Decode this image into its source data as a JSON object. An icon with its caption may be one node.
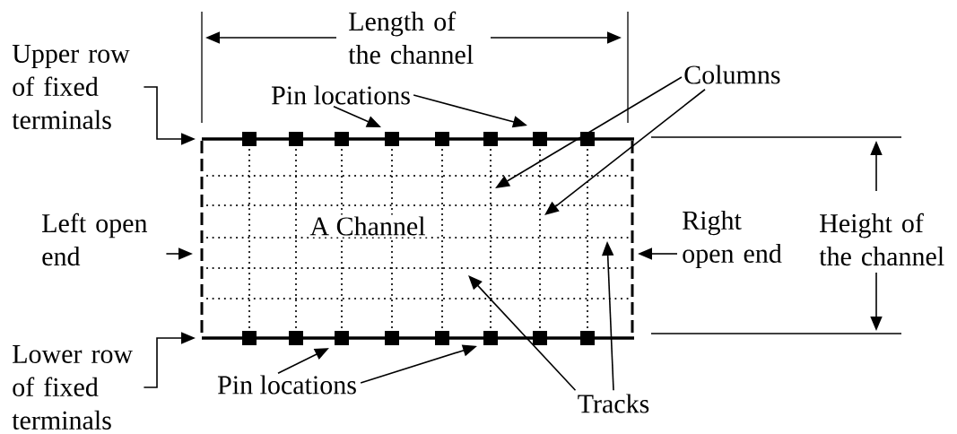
{
  "diagram": {
    "nodes": [
      {
        "text": [
          "Upper row of fixed terminals"
        ]
      },
      {
        "text": [
          "Pin locations"
        ]
      },
      {
        "text": [
          "Columns"
        ]
      },
      {
        "text": [
          "Left open end"
        ]
      },
      {
        "text": [
          "Right open end"
        ]
      },
      {
        "text": [
          "Lower row of fixed terminals"
        ]
      },
      {
        "text": [
          "Pin locations"
        ]
      },
      {
        "text": [
          "Tracks"
        ]
      }
    ],
    "edges": [
      {
        "from": 0,
        "to": null,
        "arrow": "to"
      },
      {
        "from": 1,
        "to": null,
        "arrow": "to"
      },
      {
        "from": 1,
        "to": null,
        "arrow": "to"
      },
      {
        "from": 2,
        "to": null,
        "arrow": "to"
      },
      {
        "from": 2,
        "to": null,
        "arrow": "to"
      },
      {
        "from": 3,
        "to": null,
        "arrow": "to"
      },
      {
        "from": 4,
        "to": null,
        "arrow": "to"
      },
      {
        "from": 5,
        "to": null,
        "arrow": "to"
      },
      {
        "from": 6,
        "to": null,
        "arrow": "to"
      },
      {
        "from": 6,
        "to": null,
        "arrow": "to"
      },
      {
        "from": 7,
        "to": null,
        "arrow": "to"
      },
      {
        "from": 7,
        "to": null,
        "arrow": "to"
      }
    ],
    "labels": [
      "Length of the channel",
      "A Channel",
      "Height of the channel"
    ]
  }
}
